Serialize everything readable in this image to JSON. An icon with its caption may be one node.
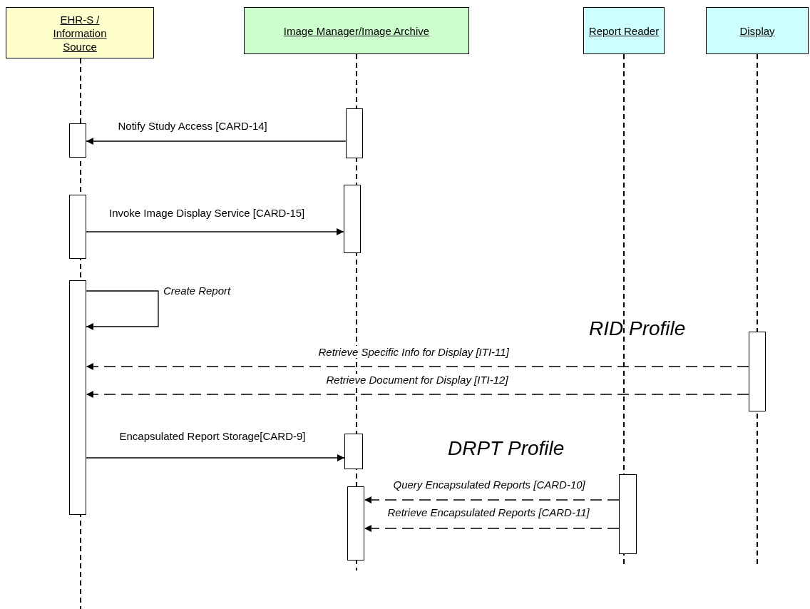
{
  "diagram": {
    "nodes": [
      {
        "text": [
          "EHR-S / Information Source"
        ]
      },
      {
        "text": [
          "Image Manager/Image Archive"
        ]
      },
      {
        "text": [
          "Report Reader"
        ]
      },
      {
        "text": [
          "Display"
        ]
      },
      {
        "text": [],
        "shape": "bar"
      },
      {
        "text": [],
        "shape": "bar"
      },
      {
        "text": [],
        "shape": "bar"
      },
      {
        "text": [],
        "shape": "bar"
      },
      {
        "text": [],
        "shape": "bar"
      },
      {
        "text": [],
        "shape": "bar"
      },
      {
        "text": [],
        "shape": "bar"
      },
      {
        "text": [],
        "shape": "bar"
      },
      {
        "text": [],
        "shape": "bar"
      }
    ],
    "edges": [
      {
        "from": 0,
        "to": null,
        "arrow": "none",
        "style": "dashed"
      },
      {
        "from": 1,
        "to": null,
        "arrow": "none",
        "style": "dashed"
      },
      {
        "from": 2,
        "to": null,
        "arrow": "none",
        "style": "dashed"
      },
      {
        "from": 3,
        "to": null,
        "arrow": "none",
        "style": "dashed"
      },
      {
        "from": 5,
        "to": 4,
        "arrow": "to",
        "label": "Notify Study Access [CARD-14]"
      },
      {
        "from": 6,
        "to": 7,
        "arrow": "to",
        "label": "Invoke Image Display Service [CARD-15]"
      },
      {
        "from": 8,
        "to": 8,
        "arrow": "to",
        "label": "Create Report"
      },
      {
        "from": 9,
        "to": 8,
        "arrow": "to",
        "style": "dashed",
        "label": "Retrieve Specific Info for Display [ITI-11]"
      },
      {
        "from": 9,
        "to": 8,
        "arrow": "to",
        "style": "dashed",
        "label": "Retrieve Document for Display [ITI-12]"
      },
      {
        "from": 8,
        "to": 10,
        "arrow": "to",
        "label": "Encapsulated Report Storage[CARD-9]"
      },
      {
        "from": 11,
        "to": 12,
        "arrow": "to",
        "style": "dashed",
        "label": "Query Encapsulated Reports [CARD-10]"
      },
      {
        "from": 11,
        "to": 12,
        "arrow": "to",
        "style": "dashed",
        "label": "Retrieve Encapsulated Reports [CARD-11]"
      }
    ],
    "labels": [
      "RID Profile",
      "DRPT Profile"
    ]
  }
}
